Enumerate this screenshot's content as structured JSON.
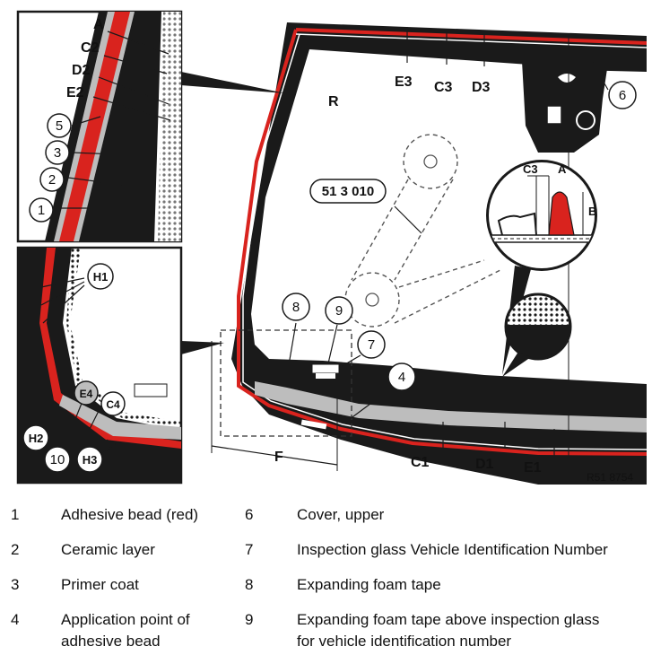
{
  "figure": {
    "reference": "R51 8754",
    "part_number": "51 3 010",
    "callout_letters": {
      "A_top": "A",
      "C2": "C2",
      "D2": "D2",
      "E2": "E2",
      "R": "R",
      "E3": "E3",
      "C3": "C3",
      "D3": "D3",
      "C3_detail": "C3",
      "A_detail": "A",
      "B_detail": "B",
      "F": "F",
      "C1": "C1",
      "D1": "D1",
      "E1": "E1",
      "H1": "H1",
      "H2": "H2",
      "H3": "H3",
      "E4": "E4",
      "C4": "C4"
    },
    "callout_numbers": {
      "n1": "1",
      "n2": "2",
      "n3": "3",
      "n4": "4",
      "n5": "5",
      "n6": "6",
      "n7": "7",
      "n8": "8",
      "n9": "9",
      "n10": "10"
    },
    "colors": {
      "adhesive": "#d9231e",
      "ceramic": "#1a1a1a",
      "primer": "#bdbdbd"
    }
  },
  "legend": {
    "items": [
      {
        "num": "1",
        "text": "Adhesive bead (red)"
      },
      {
        "num": "2",
        "text": "Ceramic layer"
      },
      {
        "num": "3",
        "text": "Primer coat"
      },
      {
        "num": "4",
        "text": "Application point of",
        "text2": "adhesive bead"
      },
      {
        "num": "6",
        "text": "Cover, upper"
      },
      {
        "num": "7",
        "text": "Inspection glass Vehicle Identification Number"
      },
      {
        "num": "8",
        "text": "Expanding foam tape"
      },
      {
        "num": "9",
        "text": "Expanding foam tape above inspection glass",
        "text2": "for vehicle identification number"
      }
    ]
  }
}
